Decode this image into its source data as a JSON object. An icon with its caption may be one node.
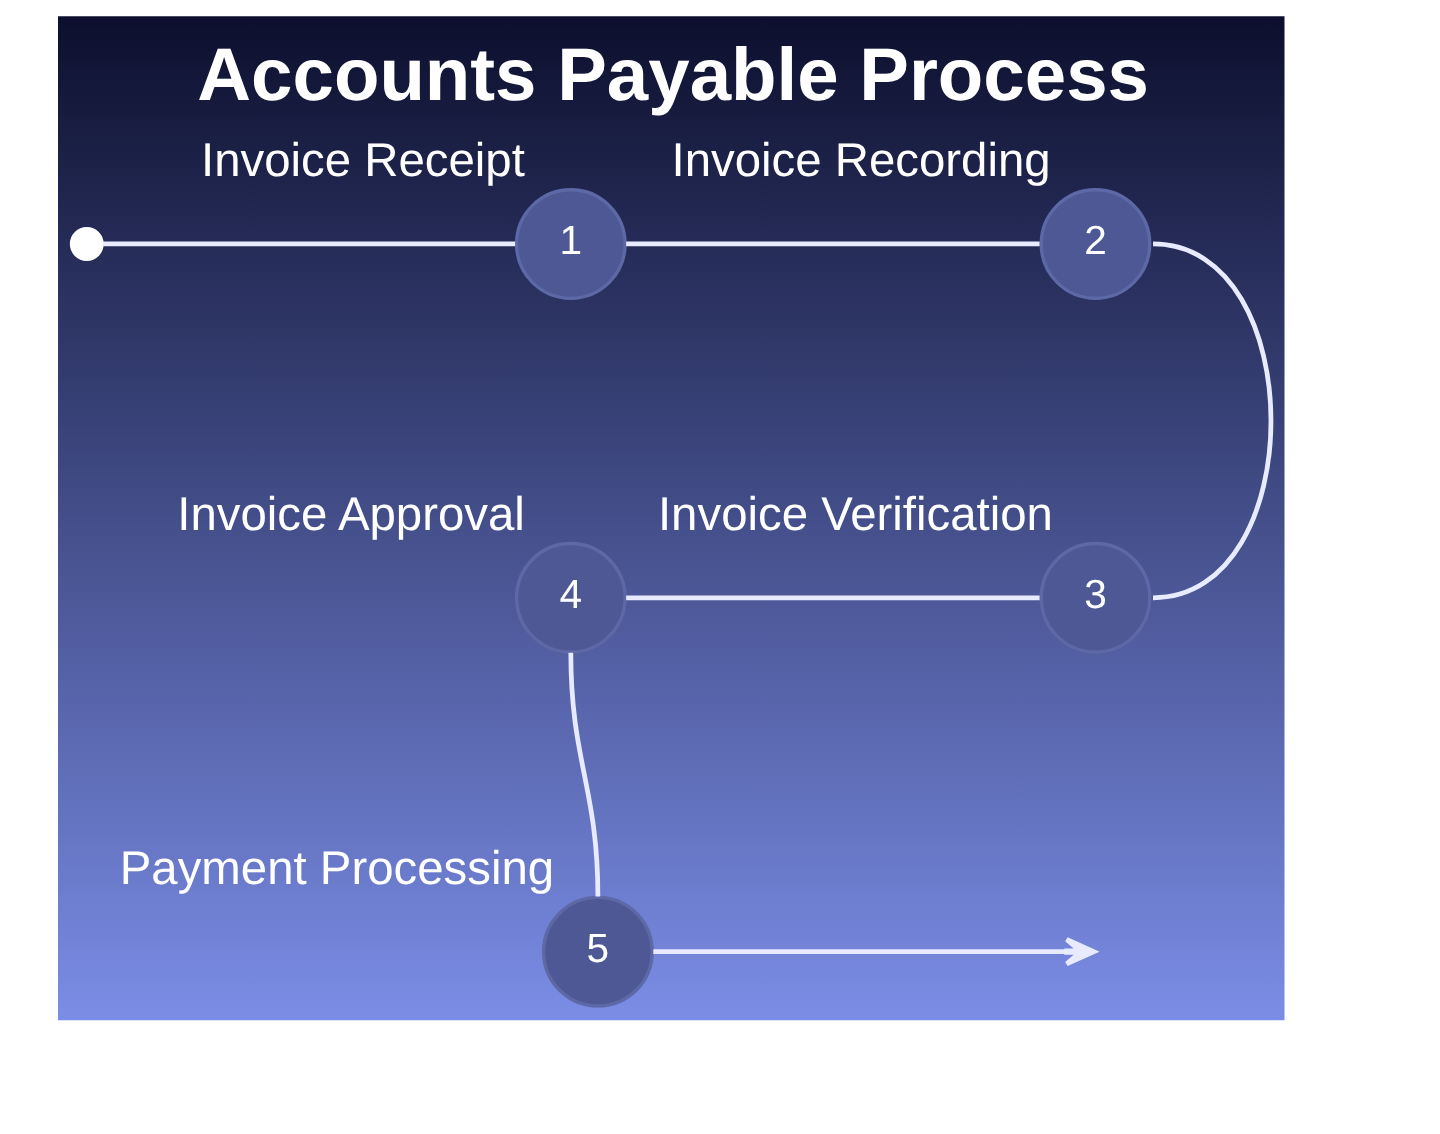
{
  "diagram": {
    "title": "Accounts Payable Process",
    "nodes": [
      {
        "text": [],
        "shape": "circle"
      },
      {
        "text": [
          "1"
        ],
        "beside": [
          "Invoice Receipt"
        ]
      },
      {
        "text": [
          "2"
        ],
        "beside": [
          "Invoice Recording"
        ]
      },
      {
        "text": [
          "3"
        ],
        "beside": [
          "Invoice Verification"
        ]
      },
      {
        "text": [
          "4"
        ],
        "beside": [
          "Invoice Approval"
        ]
      },
      {
        "text": [
          "5"
        ],
        "beside": [
          "Payment Processing"
        ]
      }
    ],
    "edges": [
      {
        "from": 0,
        "to": 1,
        "arrow": "none"
      },
      {
        "from": 1,
        "to": 2,
        "arrow": "none"
      },
      {
        "from": 2,
        "to": 3,
        "arrow": "none"
      },
      {
        "from": 3,
        "to": 4,
        "arrow": "none"
      },
      {
        "from": 4,
        "to": 5,
        "arrow": "none"
      },
      {
        "from": 5,
        "to": null,
        "arrow": "to"
      }
    ]
  }
}
